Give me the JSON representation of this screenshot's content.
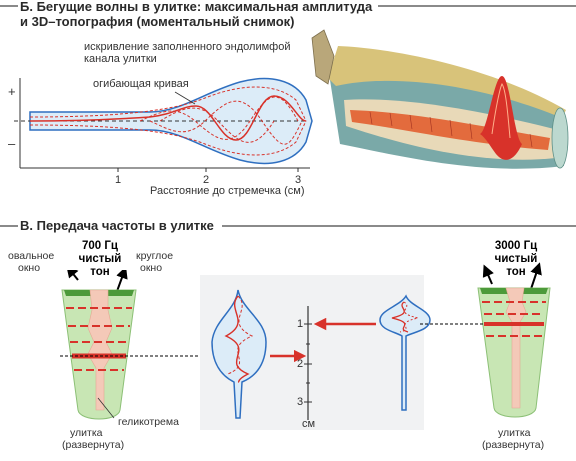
{
  "section_b": {
    "title_line1": "Б. Бегущие волны в улитке: максимальная амплитуда",
    "title_line2": "и 3D–топография (моментальный снимок)",
    "caption_line1": "искривление заполненного эндолимфой",
    "caption_line2": "канала улитки",
    "envelope_label": "огибающая кривая",
    "plus": "+",
    "minus": "–",
    "axis_ticks": [
      "1",
      "2",
      "3"
    ],
    "axis_label": "Расстояние до стремечка (см)"
  },
  "section_c": {
    "title": "В. Передача частоты в улитке",
    "oval_window_line1": "овальное",
    "oval_window_line2": "окно",
    "freq_left_line1": "700 Гц",
    "freq_left_line2": "чистый",
    "freq_left_line3": "тон",
    "round_window_line1": "круглое",
    "round_window_line2": "окно",
    "helicotrema": "геликотрема",
    "cochlea_left_line1": "улитка",
    "cochlea_left_line2": "(развернута)",
    "scale_ticks": [
      "1",
      "2",
      "3"
    ],
    "scale_unit": "см",
    "freq_right_line1": "3000 Гц",
    "freq_right_line2": "чистый",
    "freq_right_line3": "тон",
    "cochlea_right_line1": "улитка",
    "cochlea_right_line2": "(развернута)"
  },
  "colors": {
    "wave_red": "#d8322a",
    "canal_blue": "#2f6fc0",
    "cochlea_green": "#9fd08a",
    "cochlea_pink": "#f4c9b8"
  }
}
